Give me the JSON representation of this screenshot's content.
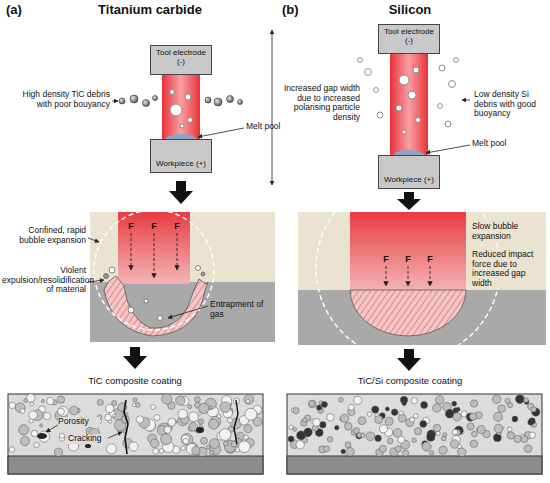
{
  "diagram": {
    "nodes": [
      {
        "text": [
          "Tool electrode (-)"
        ]
      },
      {
        "text": [
          "Workpiece (+)"
        ]
      },
      {
        "text": [
          "Tool electrode (-)"
        ]
      },
      {
        "text": [
          "Workpiece (+)"
        ]
      }
    ],
    "labels": [
      "(a)",
      "Titanium carbide",
      "(b)",
      "Silicon",
      "High density TiC debris with poor bouyancy",
      "Melt pool",
      "Increased gap width due to increased polarising particle density",
      "Low density Si debris with good buoyancy",
      "Melt pool",
      "Confined, rapid bubble expansion",
      "Violent expulsion/resolidification of material",
      "Entrapment of gas",
      "F",
      "F",
      "F",
      "Slow bubble expansion",
      "Reduced impact force due to increased gap width",
      "F",
      "F",
      "F",
      "TiC composite coating",
      "TiC/Si composite coating",
      "Porosity",
      "Cracking"
    ]
  }
}
